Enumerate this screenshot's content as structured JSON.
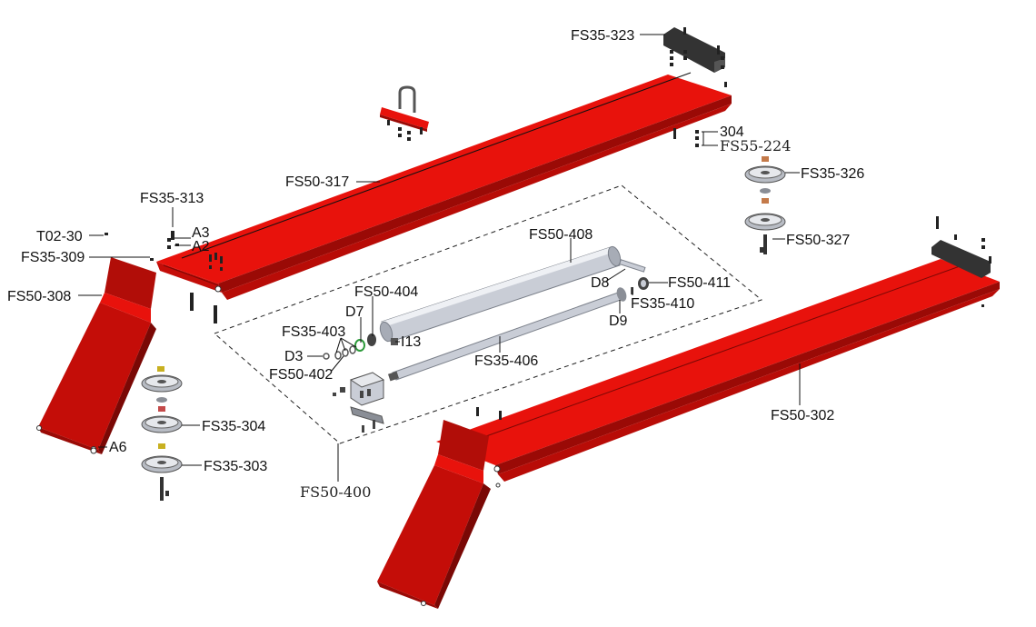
{
  "colors": {
    "paint_red": "#e8120c",
    "paint_red_dark": "#9a0a06",
    "paint_red_shadow": "#c40d08",
    "steel_grey": "#c9cdd6",
    "steel_dark": "#7b808a",
    "block_black": "#333333",
    "pulley_grey": "#b8bcc4"
  },
  "labels": {
    "fs35_323": "FS35-323",
    "p304": "304",
    "fs55_224": "FS55-224",
    "fs50_317": "FS50-317",
    "fs35_326": "FS35-326",
    "fs35_313": "FS35-313",
    "a3": "A3",
    "a2": "A2",
    "t02_30": "T02-30",
    "fs35_309": "FS35-309",
    "fs50_308": "FS50-308",
    "fs50_327": "FS50-327",
    "fs50_408": "FS50-408",
    "d8": "D8",
    "fs50_411": "FS50-411",
    "fs35_410": "FS35-410",
    "d9": "D9",
    "fs50_404": "FS50-404",
    "d7": "D7",
    "fs35_403": "FS35-403",
    "i13": "I13",
    "d3": "D3",
    "fs50_402": "FS50-402",
    "fs35_406": "FS35-406",
    "fs50_302": "FS50-302",
    "fs35_304": "FS35-304",
    "a6": "A6",
    "fs35_303": "FS35-303",
    "fs50_400": "FS50-400"
  }
}
